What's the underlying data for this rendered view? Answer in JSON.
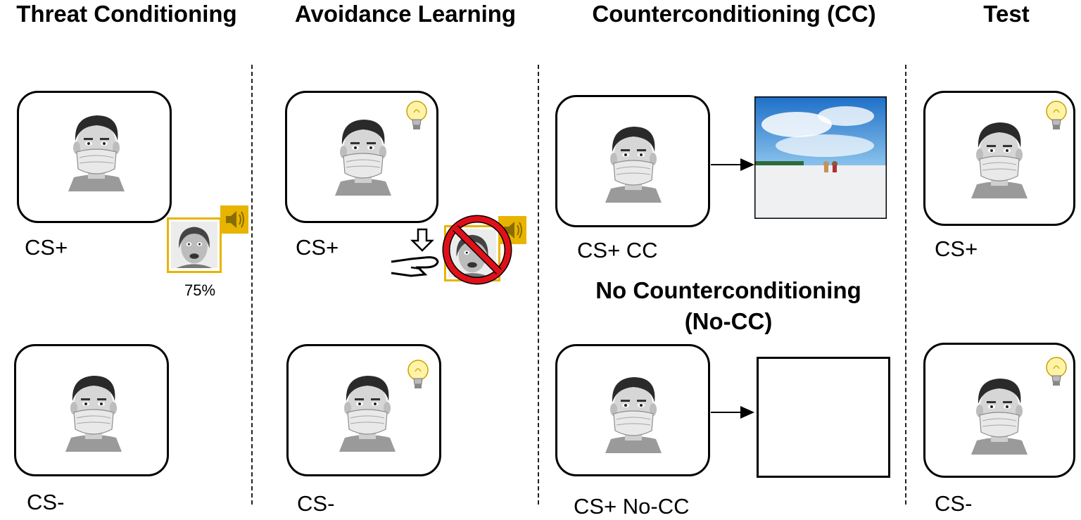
{
  "phases": {
    "threat": "Threat Conditioning",
    "avoidance": "Avoidance Learning",
    "counter": "Counterconditioning (CC)",
    "test": "Test"
  },
  "nocc": {
    "line1": "No Counterconditioning",
    "line2": "(No-CC)"
  },
  "labels": {
    "threat_csplus": "CS+",
    "threat_csminus": "CS-",
    "avoid_csplus": "CS+",
    "avoid_csminus": "CS-",
    "cc_top": "CS+ CC",
    "cc_bottom": "CS+ No-CC",
    "test_csplus": "CS+",
    "test_csminus": "CS-"
  },
  "us_probability": "75%",
  "colors": {
    "us_border": "#e8b400",
    "speaker_fill": "#e8b400",
    "prohibit_red": "#e0101a",
    "sky": "#3d8fd6",
    "sand": "#eef0f2"
  },
  "icons": {
    "speaker": "speaker-icon",
    "bulb": "lightbulb-icon",
    "prohibit": "prohibition-icon",
    "hand": "hand-press-icon",
    "arrow_down": "down-arrow-icon"
  }
}
